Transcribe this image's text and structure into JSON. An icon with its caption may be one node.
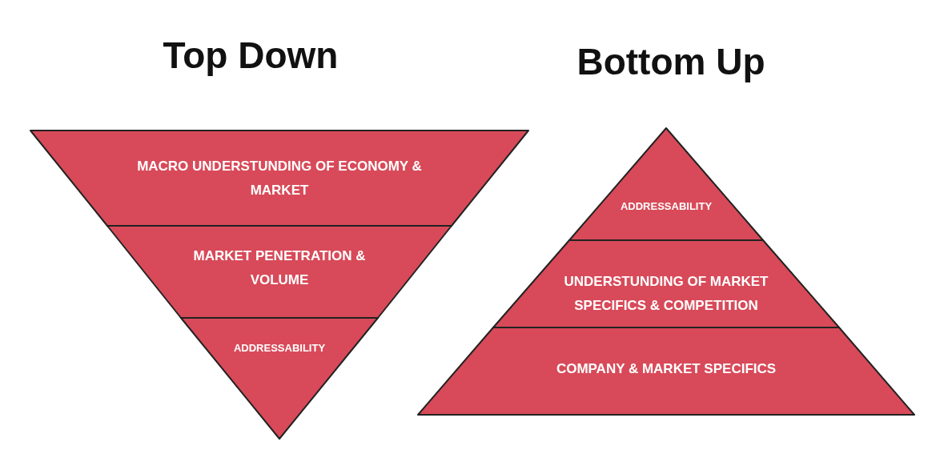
{
  "diagram": {
    "nodes": [
      {
        "text": [
          "MACRO UNDERSTUNDING OF ECONOMY & MARKET"
        ]
      },
      {
        "text": [
          "MARKET PENETRATION & VOLUME"
        ]
      },
      {
        "text": [
          "ADDRESSABILITY"
        ]
      },
      {
        "text": [
          "ADDRESSABILITY"
        ]
      },
      {
        "text": [
          "UNDERSTUNDING OF MARKET SPECIFICS & COMPETITION"
        ]
      },
      {
        "text": [
          "COMPANY & MARKET SPECIFICS"
        ]
      }
    ],
    "labels": [
      "Top Down",
      "Bottom Up"
    ]
  }
}
